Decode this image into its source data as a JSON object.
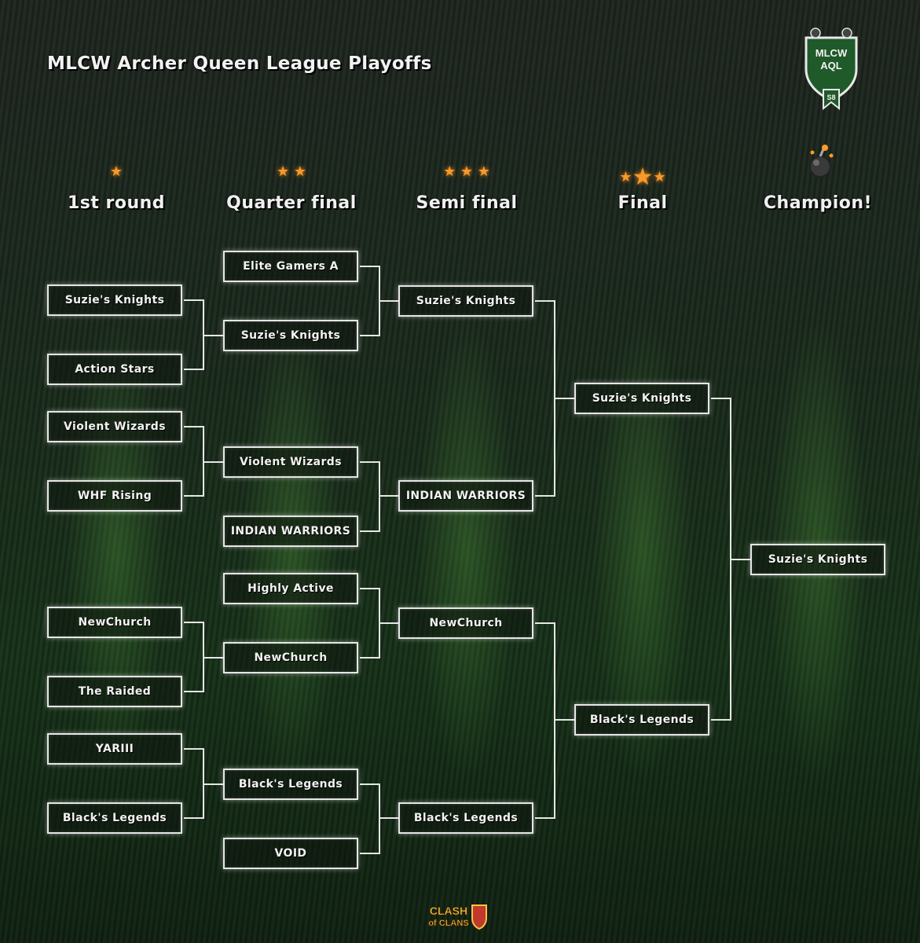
{
  "header": {
    "title": "MLCW Archer Queen League Playoffs"
  },
  "badge": {
    "line1": "MLCW",
    "line2": "AQL",
    "season": "S8"
  },
  "rounds": [
    {
      "label": "1st round",
      "stars": "★"
    },
    {
      "label": "Quarter final",
      "stars": "★ ★"
    },
    {
      "label": "Semi final",
      "stars": "★ ★ ★"
    },
    {
      "label": "Final",
      "stars": "★★★"
    },
    {
      "label": "Champion!",
      "stars": ""
    }
  ],
  "first_round": [
    "Suzie's Knights",
    "Action Stars",
    "Violent Wizards",
    "WHF Rising",
    "NewChurch",
    "The Raided",
    "YARIII",
    "Black's Legends"
  ],
  "quarter_final": [
    "Elite Gamers A",
    "Suzie's Knights",
    "Violent Wizards",
    "INDIAN WARRIORS",
    "Highly Active",
    "NewChurch",
    "Black's Legends",
    "VOID"
  ],
  "semi_final": [
    "Suzie's Knights",
    "INDIAN WARRIORS",
    "NewChurch",
    "Black's Legends"
  ],
  "final": [
    "Suzie's Knights",
    "Black's Legends"
  ],
  "champion": "Suzie's Knights",
  "footer": {
    "logo_top": "CLASH",
    "logo_bottom": "of CLANS"
  },
  "colors": {
    "star": "#f59a2c",
    "line": "#e6e6e6"
  }
}
